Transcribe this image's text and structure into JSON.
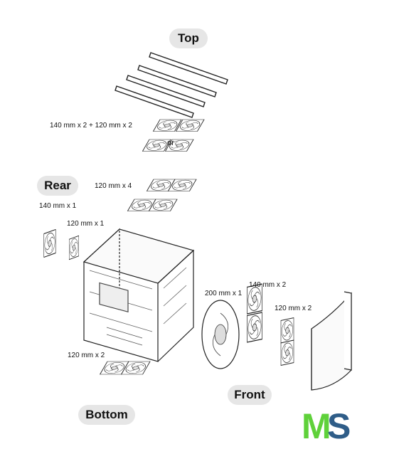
{
  "sections": {
    "top": "Top",
    "rear": "Rear",
    "bottom": "Bottom",
    "front": "Front"
  },
  "labels": {
    "top_fans": "140 mm x 2 + 120 mm x 2",
    "or": "or",
    "top_120": "120 mm x 4",
    "rear_140": "140 mm x 1",
    "rear_120": "120 mm x 1",
    "front_200": "200 mm x 1",
    "front_140": "140 mm x 2",
    "front_120": "120 mm x 2",
    "bottom_120": "120 mm x 2"
  },
  "logo": {
    "text_m": "M",
    "text_s": "S",
    "color_m": "#5fd13a",
    "color_s": "#2f5d88"
  }
}
